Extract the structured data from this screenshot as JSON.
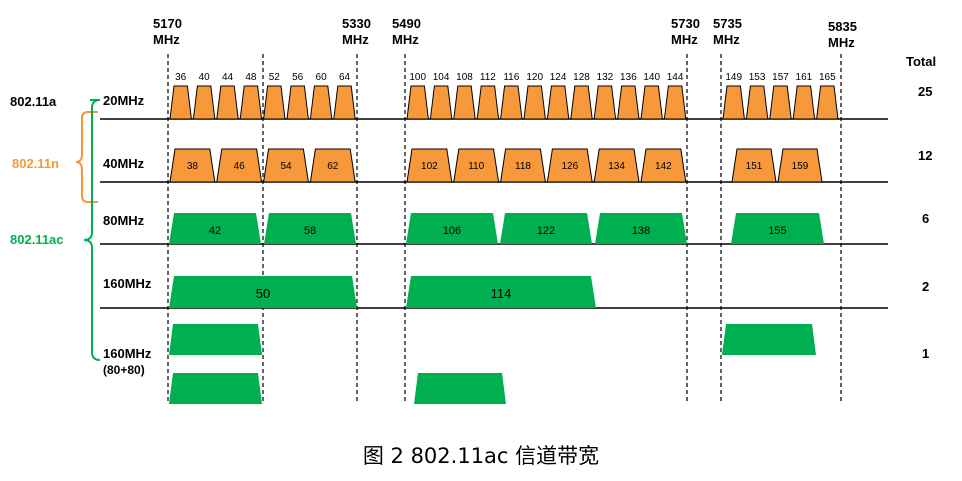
{
  "freq_marks": [
    {
      "top": "5170",
      "bottom": "MHz"
    },
    {
      "top": "5330",
      "bottom": "MHz"
    },
    {
      "top": "5490",
      "bottom": "MHz"
    },
    {
      "top": "5730",
      "bottom": "MHz"
    },
    {
      "top": "5735",
      "bottom": "MHz"
    },
    {
      "top": "5835",
      "bottom": "MHz"
    }
  ],
  "total_label": "Total",
  "standards": {
    "a": "802.11a",
    "n": "802.11n",
    "ac": "802.11ac"
  },
  "rows": [
    {
      "label": "20MHz",
      "total": "25"
    },
    {
      "label": "40MHz",
      "total": "12"
    },
    {
      "label": "80MHz",
      "total": "6"
    },
    {
      "label": "160MHz",
      "total": "2"
    },
    {
      "label": "160MHz",
      "label2": "(80+80)",
      "total": "1"
    }
  ],
  "channels_20": [
    "36",
    "40",
    "44",
    "48",
    "52",
    "56",
    "60",
    "64",
    "100",
    "104",
    "108",
    "112",
    "116",
    "120",
    "124",
    "128",
    "132",
    "136",
    "140",
    "144",
    "149",
    "153",
    "157",
    "161",
    "165"
  ],
  "channels_40": [
    "38",
    "46",
    "54",
    "62",
    "102",
    "110",
    "118",
    "126",
    "134",
    "142",
    "151",
    "159"
  ],
  "channels_80": [
    "42",
    "58",
    "106",
    "122",
    "138",
    "155"
  ],
  "channels_160": [
    "50",
    "114"
  ],
  "colors": {
    "orange": "#f7993a",
    "green": "#00b050",
    "orange_text": "#f7993a",
    "green_text": "#00b050"
  },
  "caption": "图  2 802.11ac 信道带宽"
}
